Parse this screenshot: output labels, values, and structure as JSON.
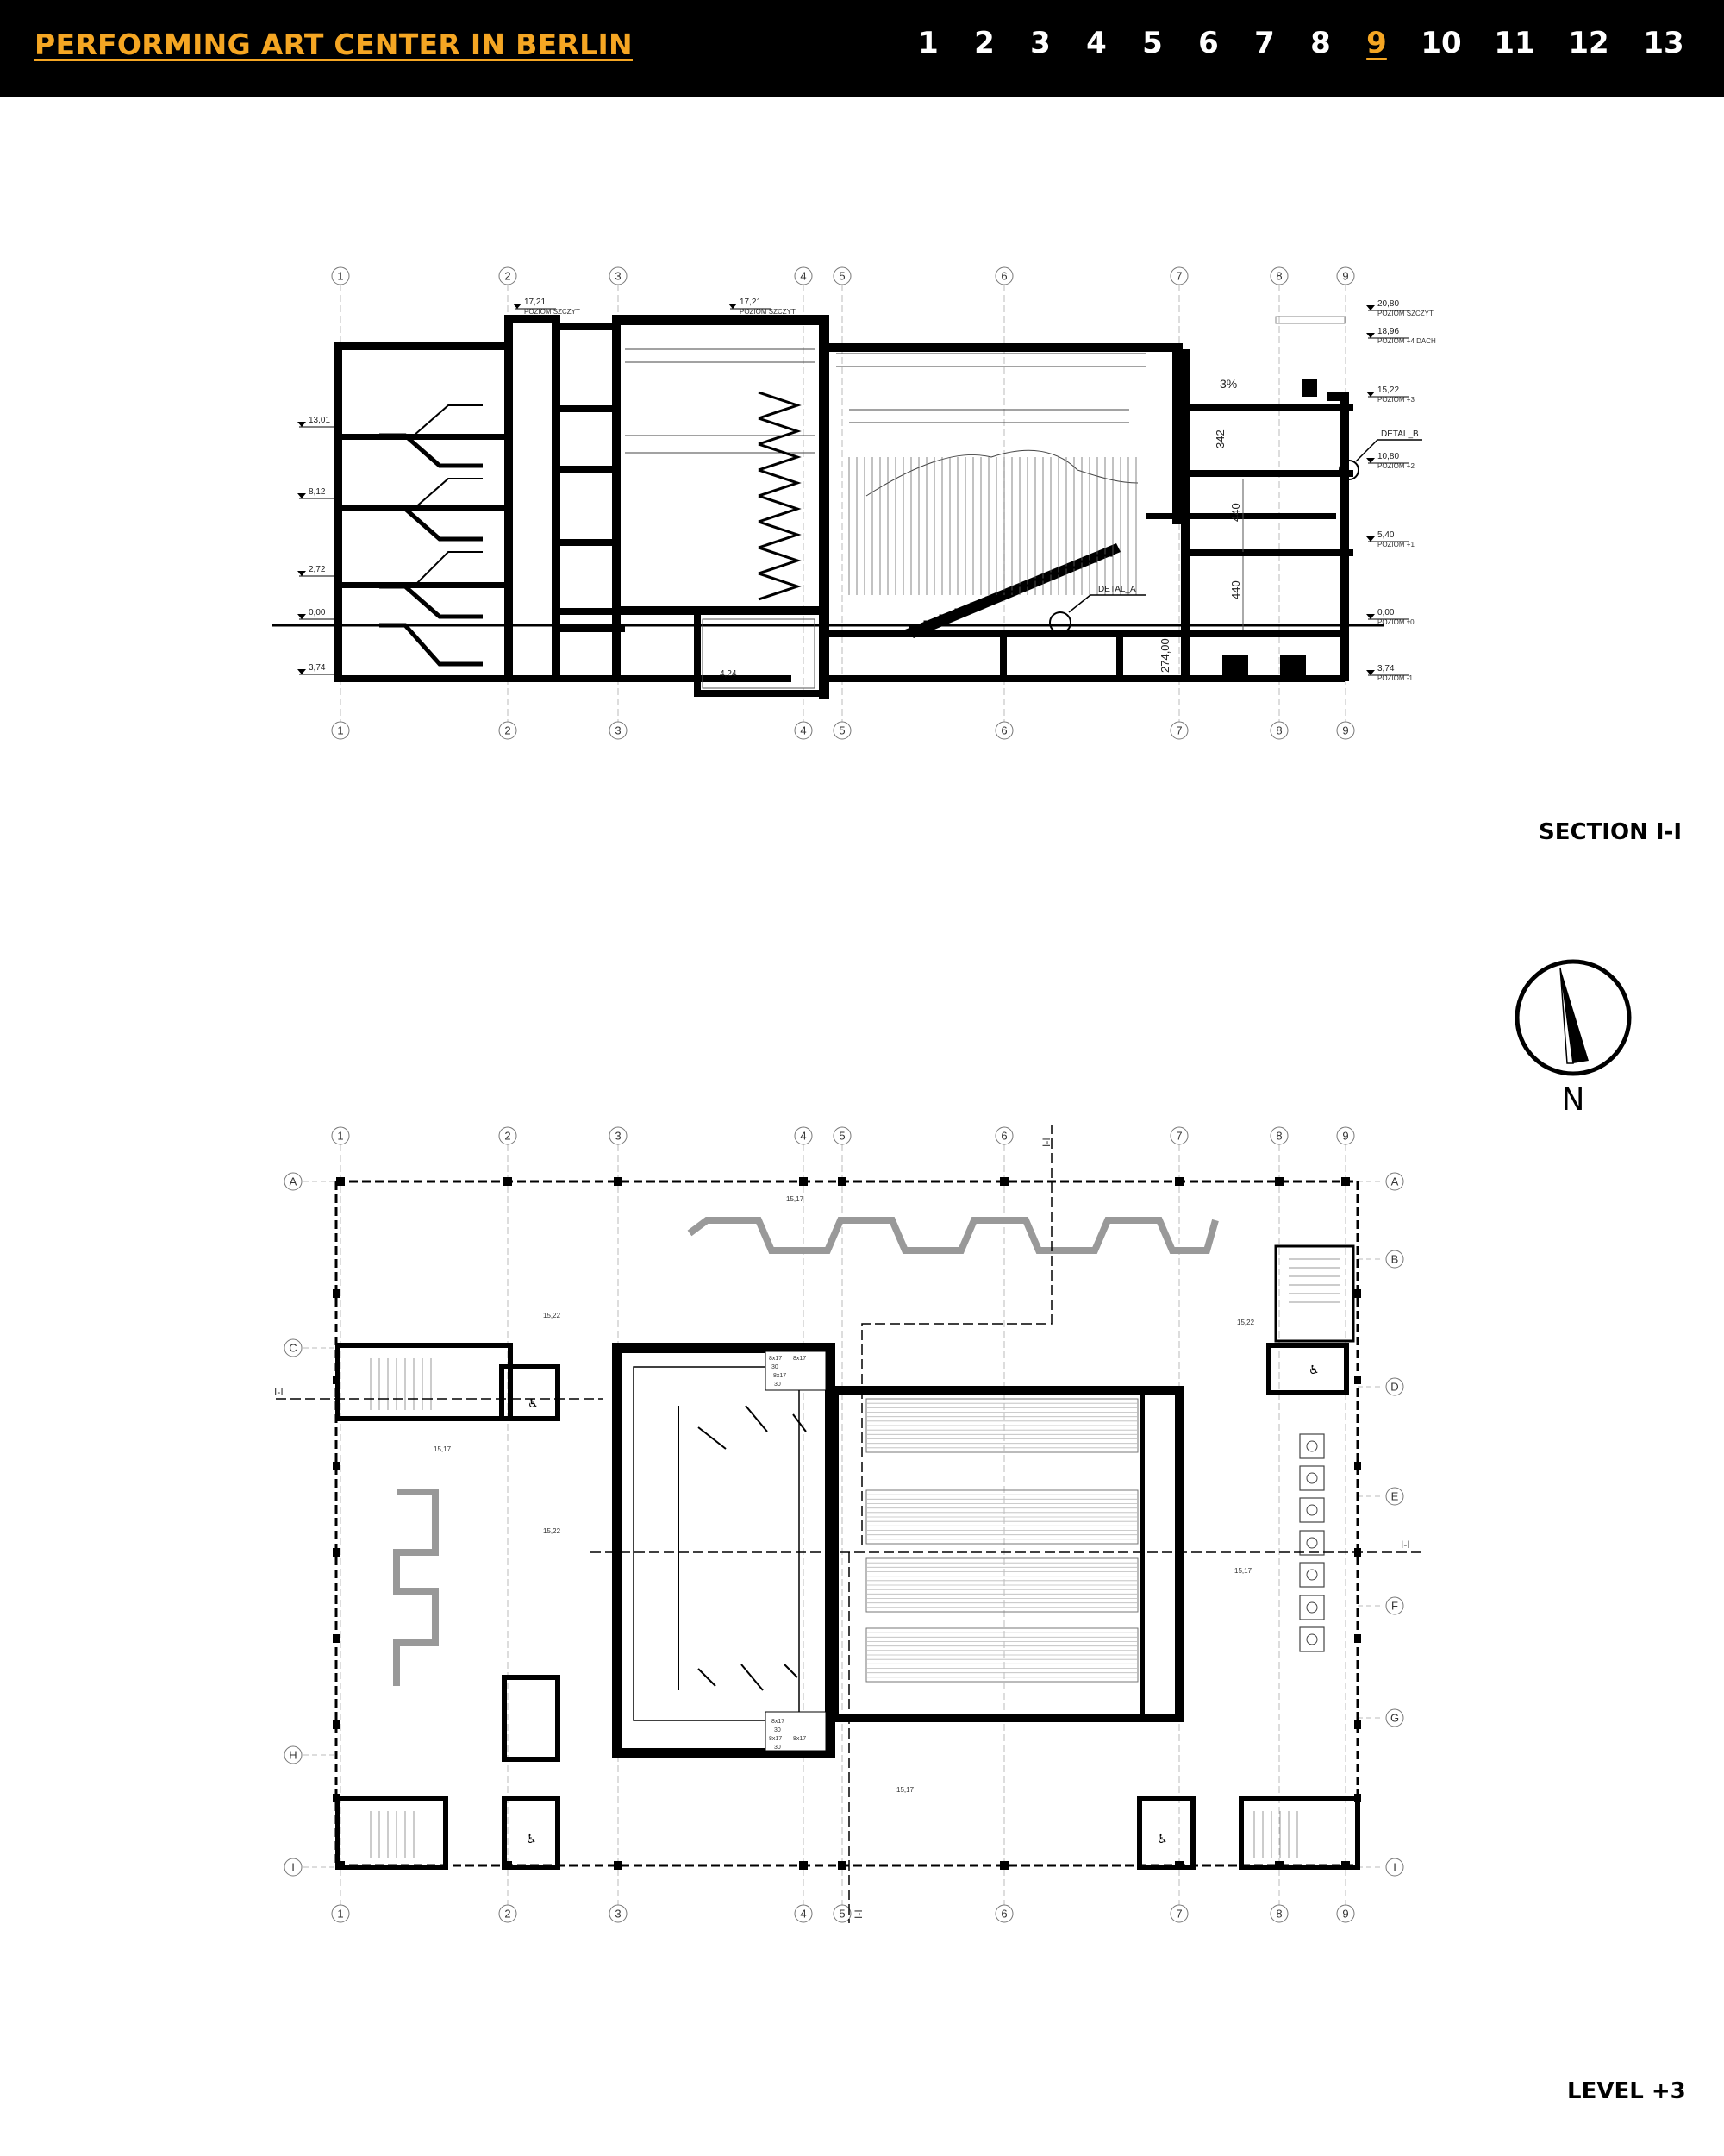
{
  "header": {
    "title": "PERFORMING ART CENTER IN BERLIN",
    "pages": [
      "1",
      "2",
      "3",
      "4",
      "5",
      "6",
      "7",
      "8",
      "9",
      "10",
      "11",
      "12",
      "13"
    ],
    "active_page": "9",
    "accent_color": "#f5a623",
    "bar_color": "#000000"
  },
  "section": {
    "caption": "SECTION I-I",
    "grid_axes": [
      "1",
      "2",
      "3",
      "4",
      "5",
      "6",
      "7",
      "8",
      "9"
    ],
    "levels_left": [
      "13,01",
      "8,12",
      "2,72",
      "0,00",
      "3,74"
    ],
    "levels_right": [
      {
        "value": "20,80",
        "name": "POZIOM SZCZYT"
      },
      {
        "value": "18,96",
        "name": "POZIOM +4 DACH"
      },
      {
        "value": "15,22",
        "name": "POZIOM +3"
      },
      {
        "value": "10,80",
        "name": "POZIOM +2"
      },
      {
        "value": "5,40",
        "name": "POZIOM +1"
      },
      {
        "value": "0,00",
        "name": "POZIOM ±0"
      },
      {
        "value": "3,74",
        "name": "POZIOM -1"
      }
    ],
    "top_levels": [
      {
        "value": "17,21",
        "name": "POZIOM SZCZYT"
      },
      {
        "value": "17,21",
        "name": "POZIOM SZCZYT"
      }
    ],
    "labels": {
      "detal_a": "DETAL_A",
      "detal_b": "DETAL_B",
      "slope": "3%",
      "dim_342": "342",
      "dim_440a": "440",
      "dim_440b": "440",
      "dim_424": "4,24",
      "dim_274": "274,00"
    }
  },
  "plan": {
    "caption": "LEVEL +3",
    "north_label": "N",
    "grid_axes": [
      "1",
      "2",
      "3",
      "4",
      "5",
      "6",
      "7",
      "8",
      "9"
    ],
    "rows_left": [
      "A",
      "C",
      "H",
      "I"
    ],
    "rows_right": [
      "A",
      "B",
      "D",
      "E",
      "F",
      "G",
      "I"
    ],
    "section_marks": [
      "I-I",
      "I-I",
      "I-I",
      "I-I"
    ],
    "elevations": [
      "15,17",
      "15,22",
      "15,22",
      "15,17",
      "15,22",
      "15,17",
      "15,17"
    ],
    "stair_notes": [
      "8x17",
      "8x17",
      "30",
      "8x17",
      "30",
      "8x17",
      "30",
      "8x17",
      "8x17",
      "30"
    ]
  }
}
